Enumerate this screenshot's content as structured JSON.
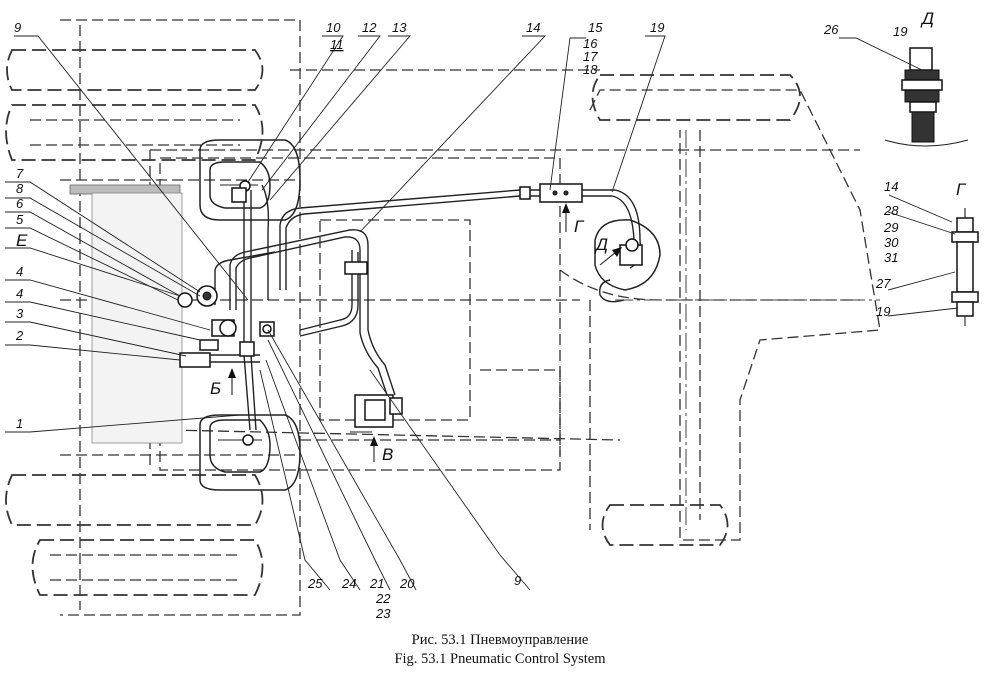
{
  "figure": {
    "caption_ru": "Рис. 53.1 Пневмоуправление",
    "caption_en": "Fig. 53.1 Pneumatic Control System"
  },
  "callouts": {
    "n1": "1",
    "n2": "2",
    "n3": "3",
    "n4a": "4",
    "n4b": "4",
    "n5": "5",
    "n6": "6",
    "n7": "7",
    "n8": "8",
    "n9a": "9",
    "n9b": "9",
    "n10": "10",
    "n11": "11",
    "n12": "12",
    "n13": "13",
    "n14": "14",
    "n14g": "14",
    "n15": "15",
    "n16": "16",
    "n17": "17",
    "n18": "18",
    "n19": "19",
    "n19d": "19",
    "n19g": "19",
    "n20": "20",
    "n21": "21",
    "n22": "22",
    "n23": "23",
    "n24": "24",
    "n25": "25",
    "n26": "26",
    "n27": "27",
    "n28": "28",
    "n29": "29",
    "n30": "30",
    "n31": "31"
  },
  "view_letters": {
    "E": "E",
    "B": "Б",
    "V": "В",
    "G": "Г",
    "D": "Д",
    "D_title": "Д",
    "G_title": "Г"
  }
}
